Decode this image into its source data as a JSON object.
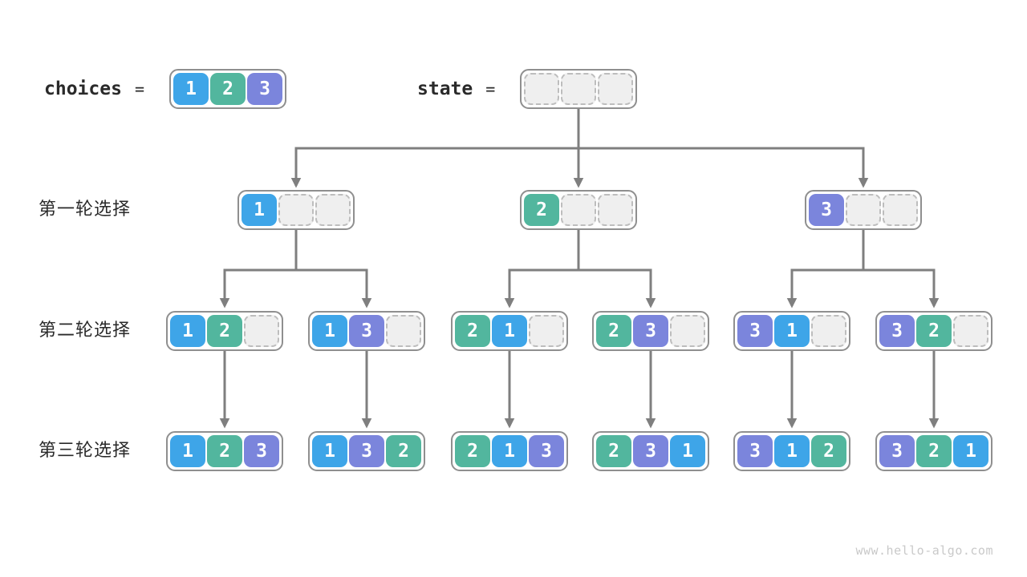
{
  "header": {
    "choices_label": "choices",
    "state_label": "state",
    "equals": "=",
    "choices_cells": [
      "1",
      "2",
      "3"
    ],
    "state_cells": [
      "",
      "",
      ""
    ]
  },
  "rows": [
    {
      "label": "第一轮选择",
      "boxes": [
        [
          "1",
          "",
          ""
        ],
        [
          "2",
          "",
          ""
        ],
        [
          "3",
          "",
          ""
        ]
      ]
    },
    {
      "label": "第二轮选择",
      "boxes": [
        [
          "1",
          "2",
          ""
        ],
        [
          "1",
          "3",
          ""
        ],
        [
          "2",
          "1",
          ""
        ],
        [
          "2",
          "3",
          ""
        ],
        [
          "3",
          "1",
          ""
        ],
        [
          "3",
          "2",
          ""
        ]
      ]
    },
    {
      "label": "第三轮选择",
      "boxes": [
        [
          "1",
          "2",
          "3"
        ],
        [
          "1",
          "3",
          "2"
        ],
        [
          "2",
          "1",
          "3"
        ],
        [
          "2",
          "3",
          "1"
        ],
        [
          "3",
          "1",
          "2"
        ],
        [
          "3",
          "2",
          "1"
        ]
      ]
    }
  ],
  "footer": {
    "watermark": "www.hello-algo.com"
  },
  "colors": {
    "c1": "#3EA5E8",
    "c2": "#52B69E",
    "c3": "#7B85DC",
    "empty_fill": "#EFEFEF",
    "empty_border": "#BDBDBD",
    "box_border": "#8F8F8F",
    "arrow": "#7F7F7F",
    "text": "#2A2A2A",
    "watermark": "#C9C9C9"
  }
}
